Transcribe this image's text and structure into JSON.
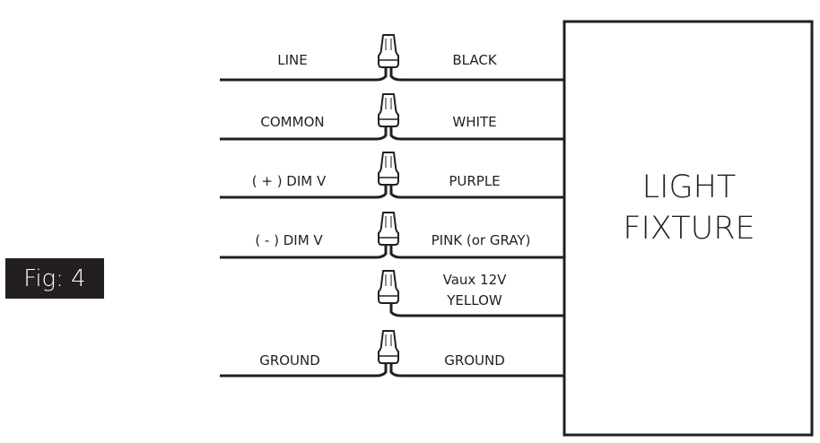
{
  "figure": {
    "label": "Fig: 4"
  },
  "fixture": {
    "line1": "LIGHT",
    "line2": "FIXTURE"
  },
  "connections": [
    {
      "source": "LINE",
      "wire": "BLACK"
    },
    {
      "source": "COMMON",
      "wire": "WHITE"
    },
    {
      "source": "( + ) DIM V",
      "wire": "PURPLE"
    },
    {
      "source": "( - ) DIM V",
      "wire": "PINK (or GRAY)"
    },
    {
      "source": "",
      "wire_line1": "Vaux 12V",
      "wire_line2": "YELLOW"
    },
    {
      "source": "GROUND",
      "wire": "GROUND"
    }
  ],
  "colors": {
    "ink": "#231f20",
    "background": "#ffffff"
  },
  "icons": {
    "connector": "wire-nut-icon"
  }
}
